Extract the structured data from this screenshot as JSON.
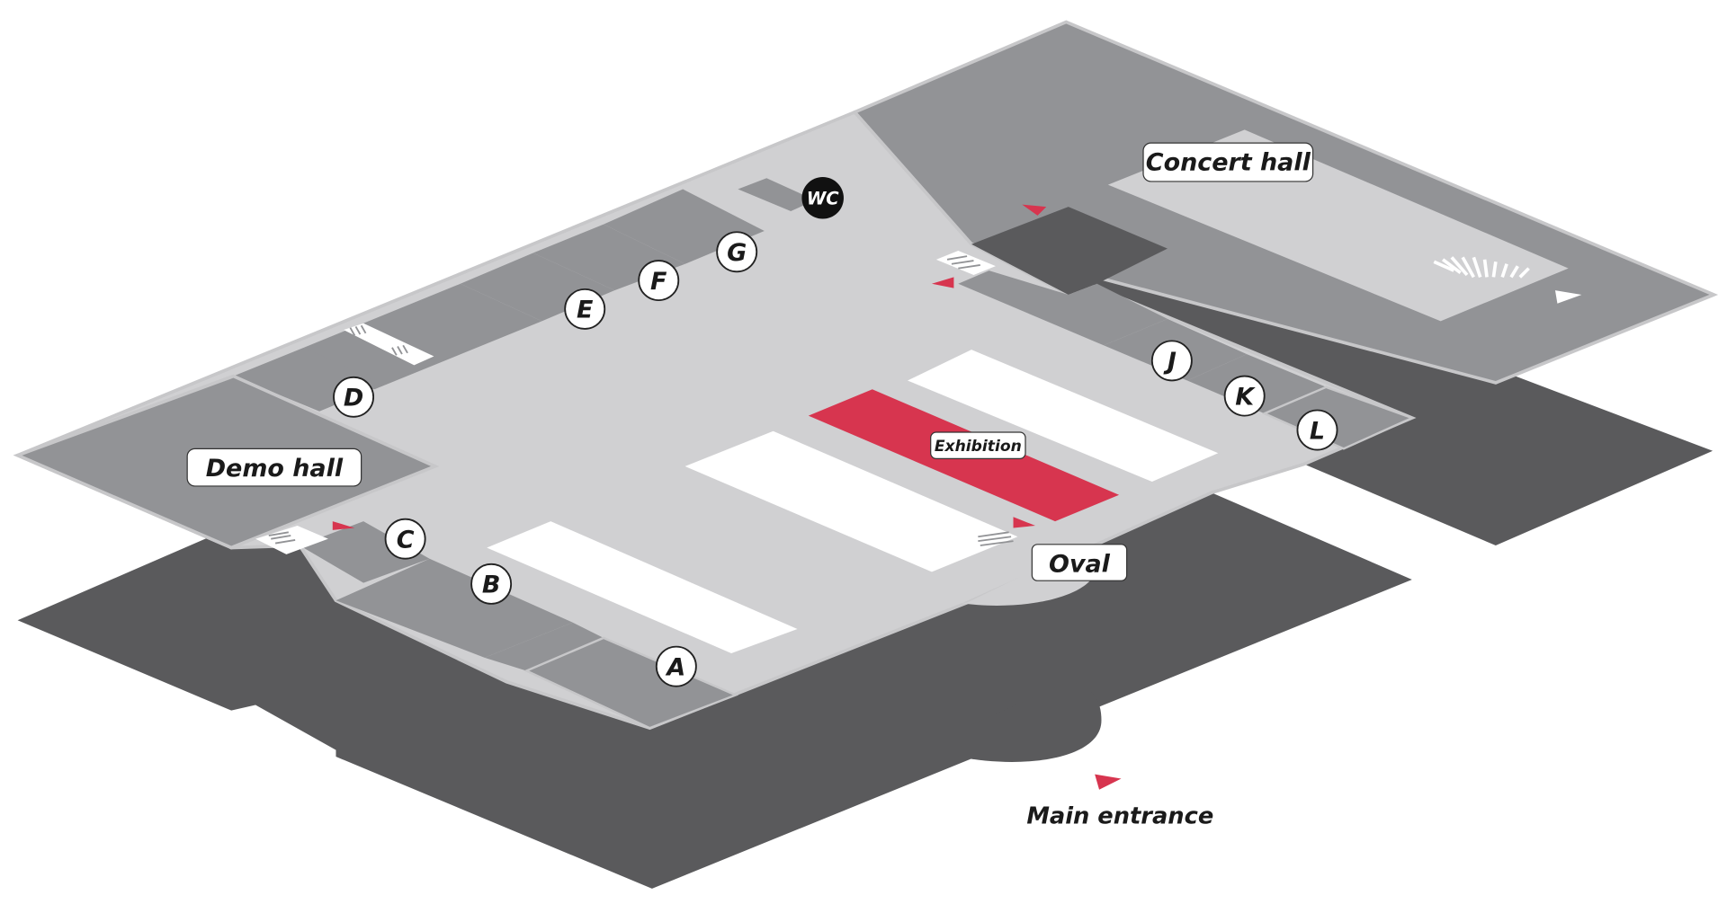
{
  "title": "Venue floor plan",
  "colors": {
    "base_dark": "#5a5a5c",
    "room": "#929396",
    "floor": "#d0d0d2",
    "outline": "#c7c7c9",
    "stand": "#ffffff",
    "accent_red": "#d7354f",
    "wc_bg": "#111111"
  },
  "areas": {
    "concert_hall": "Concert hall",
    "demo_hall": "Demo hall",
    "exhibition": "Exhibition",
    "oval": "Oval"
  },
  "wc_label": "WC",
  "rooms": [
    "A",
    "B",
    "C",
    "D",
    "E",
    "F",
    "G",
    "J",
    "K",
    "L"
  ],
  "legend": {
    "main_entrance": "Main entrance",
    "entrance_icon": "red-triangle-entrance-icon"
  },
  "icons": {
    "stairs": "stairs-icon",
    "stage": "stage-seating-icon",
    "entrance": "entrance-arrow-icon"
  }
}
